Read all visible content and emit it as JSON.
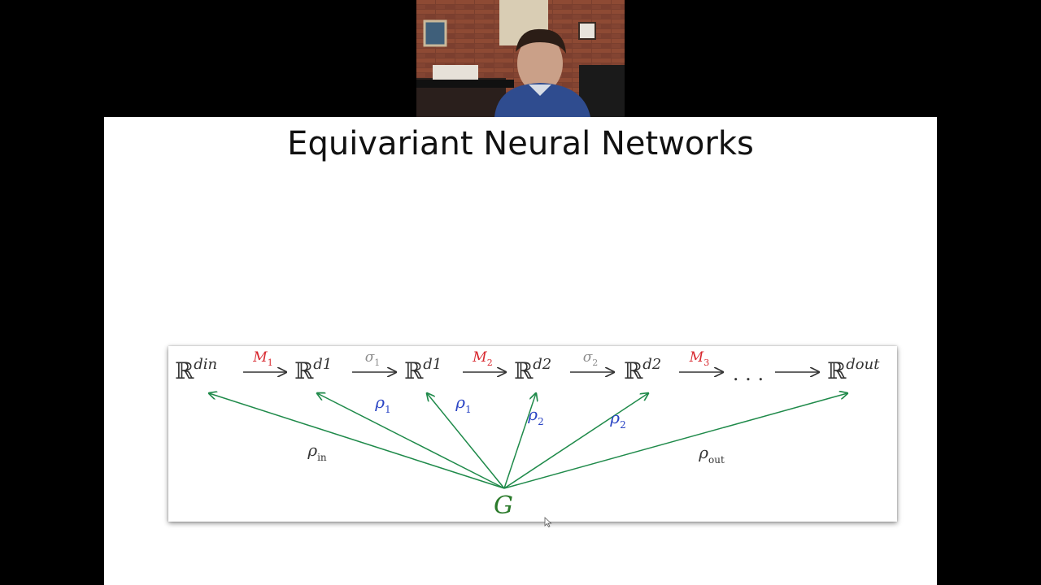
{
  "slide": {
    "title": "Equivariant Neural Networks"
  },
  "diagram": {
    "spaces": [
      {
        "base": "ℝ",
        "exp": "din"
      },
      {
        "base": "ℝ",
        "exp": "d1"
      },
      {
        "base": "ℝ",
        "exp": "d1"
      },
      {
        "base": "ℝ",
        "exp": "d2"
      },
      {
        "base": "ℝ",
        "exp": "d2"
      },
      {
        "base": "ℝ",
        "exp": "dout"
      }
    ],
    "maps": [
      {
        "base": "M",
        "sub": "1"
      },
      {
        "base": "σ",
        "sub": "1"
      },
      {
        "base": "M",
        "sub": "2"
      },
      {
        "base": "σ",
        "sub": "2"
      },
      {
        "base": "M",
        "sub": "3"
      },
      {
        "base": "",
        "sub": ""
      }
    ],
    "ellipsis": ". . .",
    "group": "G",
    "representations": [
      {
        "base": "ρ",
        "sub": "in"
      },
      {
        "base": "ρ",
        "sub": "1"
      },
      {
        "base": "ρ",
        "sub": "1"
      },
      {
        "base": "ρ",
        "sub": "2"
      },
      {
        "base": "ρ",
        "sub": "2"
      },
      {
        "base": "ρ",
        "sub": "out"
      }
    ],
    "colors": {
      "linear_map": "#d8282f",
      "nonlinearity": "#8c8c8c",
      "representation": "#2a44c4",
      "group": "#2a7a2a",
      "group_arrow": "#1f8a4a",
      "text": "#333333"
    }
  }
}
